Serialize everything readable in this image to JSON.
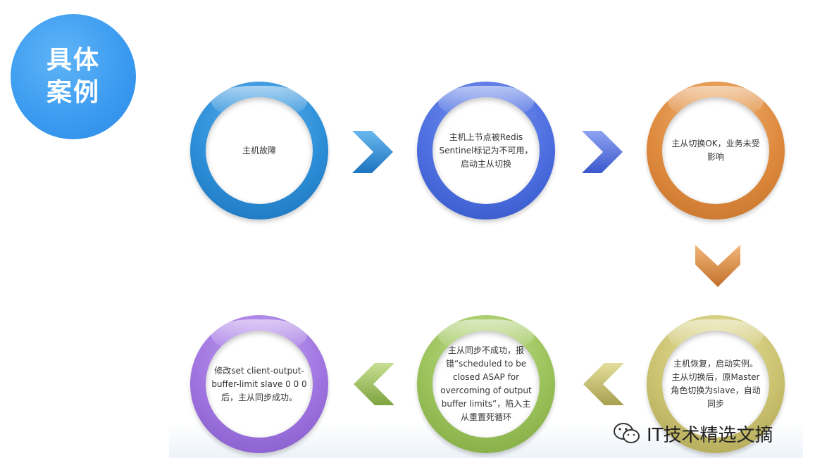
{
  "badge": {
    "line1": "具体",
    "line2": "案例"
  },
  "steps": [
    {
      "text": "主机故障"
    },
    {
      "text": "主机上节点被Redis\nSentinel标记为不可用，\n启动主从切换"
    },
    {
      "text": "主从切换OK，业务未受\n影响"
    },
    {
      "text": "主机恢复，启动实例。\n主从切换后，原Master\n角色切换为slave，自动\n同步"
    },
    {
      "text": "主从同步不成功，报\n错“scheduled to be\nclosed ASAP for\novercoming of output\nbuffer limits”，陷入主\n从重置死循环"
    },
    {
      "text": "修改set client-output-\nbuffer-limit slave 0 0 0\n后，主从同步成功。"
    }
  ],
  "watermark": {
    "text": "IT技术精选文摘",
    "icon": "wechat-icon"
  },
  "colors": {
    "badge": "#3a9af0",
    "blue": "#2d8fd8",
    "indigo": "#4d6fe0",
    "orange": "#de8a3e",
    "olive": "#cbc270",
    "green": "#9ac25a",
    "purple": "#9f74e0"
  }
}
